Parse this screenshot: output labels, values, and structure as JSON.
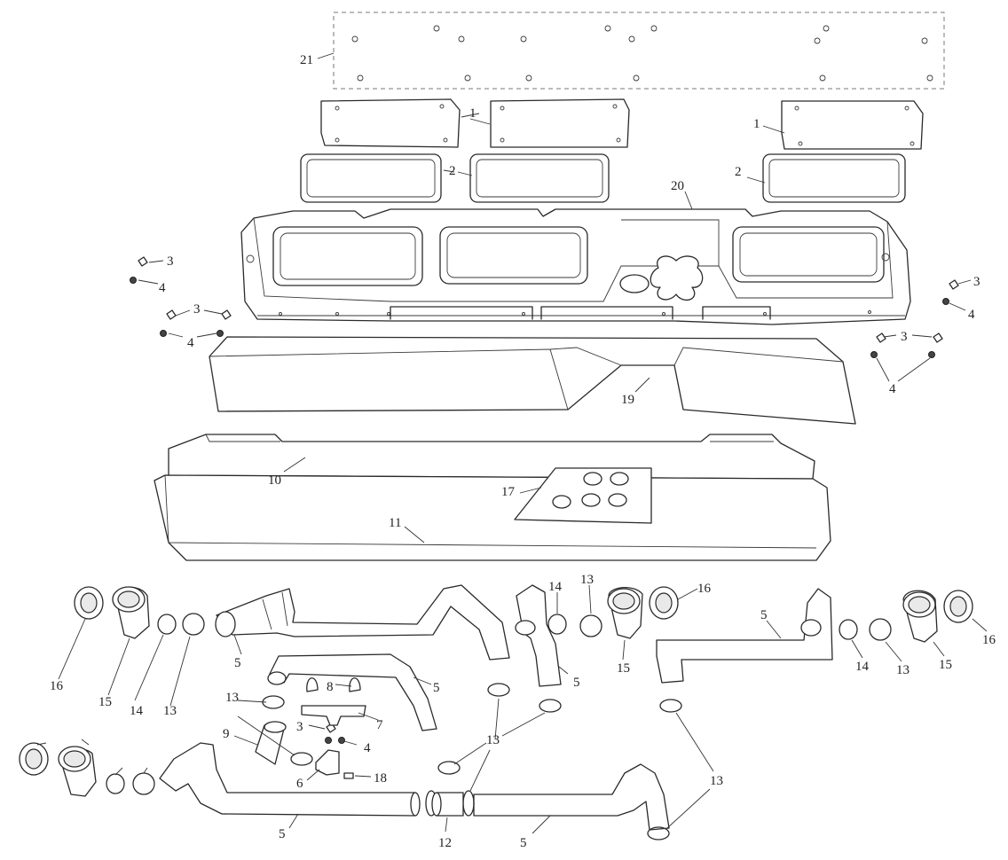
{
  "parts": {
    "p1": "1",
    "p2": "2",
    "p3": "3",
    "p4": "4",
    "p5": "5",
    "p6": "6",
    "p7": "7",
    "p8": "8",
    "p9": "9",
    "p10": "10",
    "p11": "11",
    "p12": "12",
    "p13": "13",
    "p14": "14",
    "p15": "15",
    "p16": "16",
    "p17": "17",
    "p18": "18",
    "p19": "19",
    "p20": "20",
    "p21": "21"
  },
  "colors": {
    "line": "#2a2a2a",
    "background": "#ffffff"
  }
}
